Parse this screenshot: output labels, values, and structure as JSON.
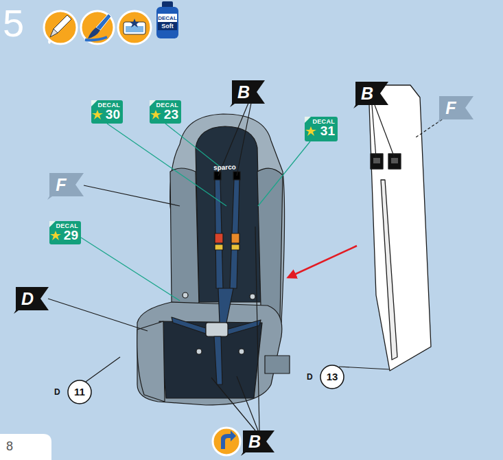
{
  "diagram": {
    "nodes": [
      {
        "text": [
          "DECAL",
          "Soft"
        ]
      },
      {
        "text": [
          "DECAL",
          "30"
        ]
      },
      {
        "text": [
          "DECAL",
          "23"
        ]
      },
      {
        "text": [
          "B"
        ]
      },
      {
        "text": [
          "B"
        ]
      },
      {
        "text": [
          "F"
        ]
      },
      {
        "text": [
          "DECAL",
          "31"
        ]
      },
      {
        "text": [
          "F"
        ]
      },
      {
        "text": [
          "DECAL",
          "29"
        ]
      },
      {
        "text": [
          "D"
        ]
      },
      {
        "text": [
          "D",
          "13"
        ]
      },
      {
        "text": [
          "D",
          "11"
        ]
      },
      {
        "text": [
          "8"
        ]
      },
      {
        "text": [
          "B"
        ]
      }
    ],
    "labels": [
      "5",
      "sparco"
    ]
  }
}
